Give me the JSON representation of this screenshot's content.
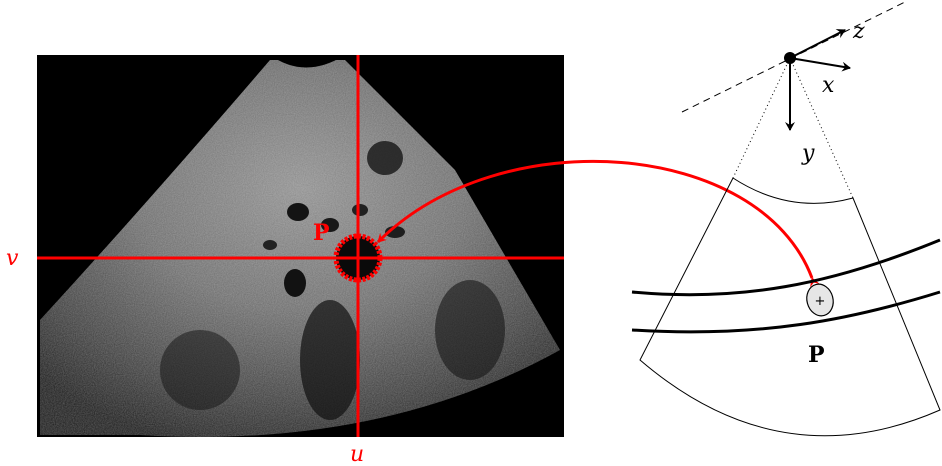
{
  "ultrasound_image": {
    "point_label": "P",
    "axis_u": "u",
    "axis_v": "v"
  },
  "probe_diagram": {
    "axis_x": "x",
    "axis_y": "y",
    "axis_z": "z",
    "point_label": "P",
    "point_marker": "+"
  },
  "colors": {
    "annotation": "#ff0000",
    "image_background": "#000000",
    "ink": "#000000",
    "marker_fill": "#e6e6e6"
  }
}
